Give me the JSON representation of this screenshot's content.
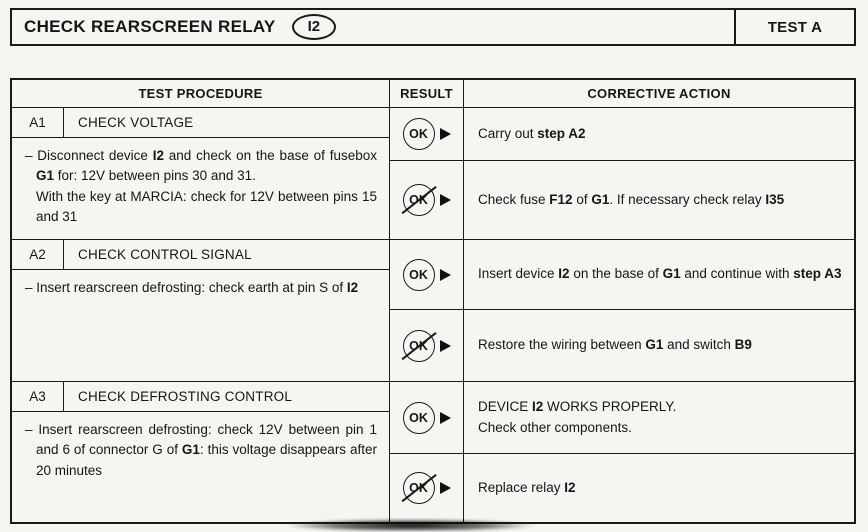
{
  "header": {
    "title": "CHECK REARSCREEN RELAY",
    "relay_badge": "I2",
    "test_label": "TEST A"
  },
  "table": {
    "columns": {
      "procedure": "TEST PROCEDURE",
      "result": "RESULT",
      "action": "CORRECTIVE ACTION"
    },
    "ok_label": "OK",
    "sections": [
      {
        "id": "A1",
        "title": "CHECK VOLTAGE",
        "procedure": [
          {
            "t": "– Disconnect device "
          },
          {
            "t": "I2",
            "b": true
          },
          {
            "t": " and check on the base of fusebox "
          },
          {
            "t": "G1",
            "b": true
          },
          {
            "t": " for: 12V between pins 30 and 31.\nWith the key at MARCIA: check for 12V between pins 15 and 31"
          }
        ],
        "results": [
          {
            "status": "ok",
            "action": [
              {
                "t": "Carry out "
              },
              {
                "t": "step A2",
                "b": true
              }
            ]
          },
          {
            "status": "not-ok",
            "action": [
              {
                "t": "Check fuse "
              },
              {
                "t": "F12",
                "b": true
              },
              {
                "t": " of "
              },
              {
                "t": "G1",
                "b": true
              },
              {
                "t": ". If necessary check relay "
              },
              {
                "t": "I35",
                "b": true
              }
            ]
          }
        ]
      },
      {
        "id": "A2",
        "title": "CHECK CONTROL SIGNAL",
        "procedure": [
          {
            "t": "– Insert rearscreen defrosting: check earth at pin S of "
          },
          {
            "t": "I2",
            "b": true
          }
        ],
        "results": [
          {
            "status": "ok",
            "action": [
              {
                "t": "Insert device "
              },
              {
                "t": "I2",
                "b": true
              },
              {
                "t": " on the base of "
              },
              {
                "t": "G1",
                "b": true
              },
              {
                "t": " and continue with "
              },
              {
                "t": "step A3",
                "b": true
              }
            ]
          },
          {
            "status": "not-ok",
            "action": [
              {
                "t": "Restore the wiring between "
              },
              {
                "t": "G1",
                "b": true
              },
              {
                "t": " and switch "
              },
              {
                "t": "B9",
                "b": true
              }
            ]
          }
        ]
      },
      {
        "id": "A3",
        "title": "CHECK DEFROSTING CONTROL",
        "procedure": [
          {
            "t": "– Insert rearscreen defrosting: check 12V between pin 1 and 6 of connector G of "
          },
          {
            "t": "G1",
            "b": true
          },
          {
            "t": ": this voltage disappears after 20 minutes"
          }
        ],
        "results": [
          {
            "status": "ok",
            "action": [
              {
                "t": "DEVICE "
              },
              {
                "t": "I2",
                "b": true
              },
              {
                "t": " WORKS PROPERLY.\nCheck other components."
              }
            ]
          },
          {
            "status": "not-ok",
            "action": [
              {
                "t": "Replace relay "
              },
              {
                "t": "I2",
                "b": true
              }
            ]
          }
        ]
      }
    ]
  }
}
